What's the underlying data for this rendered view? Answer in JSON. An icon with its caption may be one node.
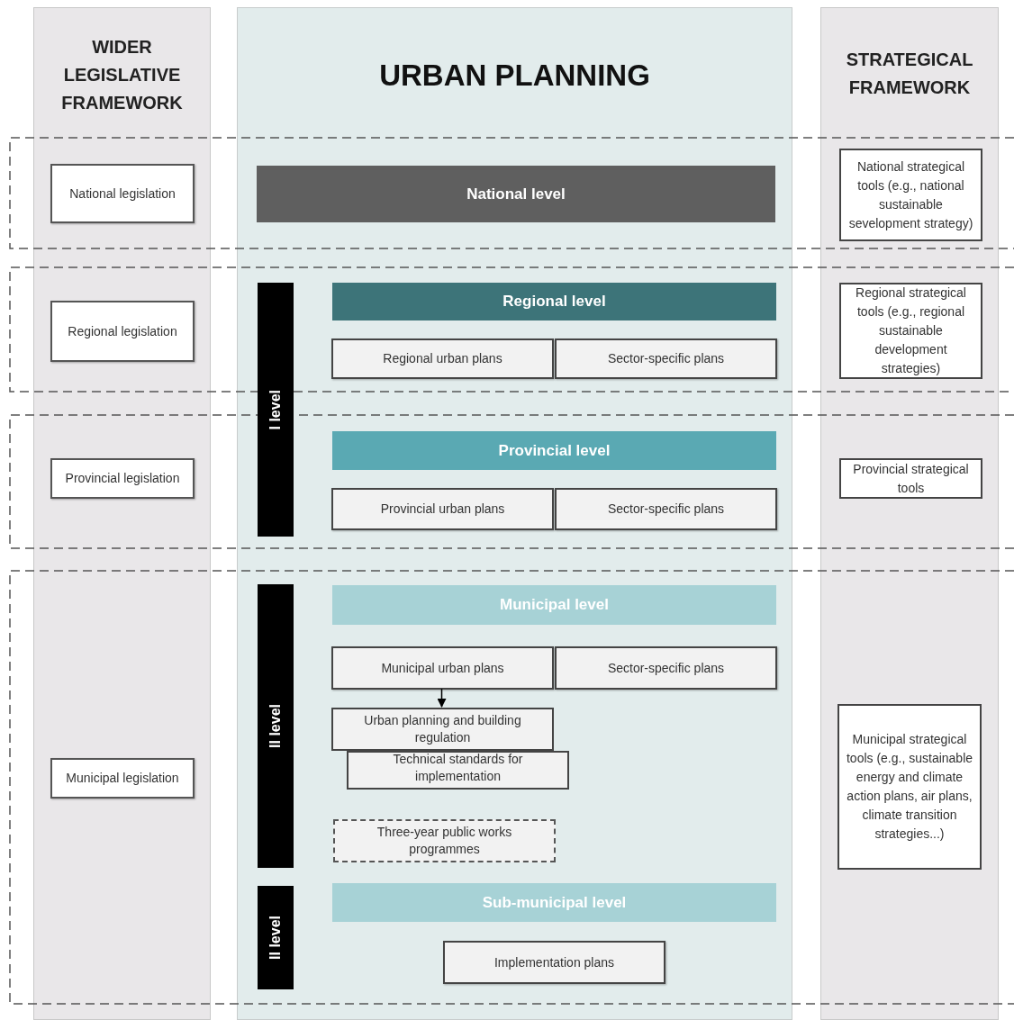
{
  "diagram": {
    "nodes": [
      {
        "text": [
          "WIDER LEGISLATIVE FRAMEWORK"
        ]
      },
      {
        "text": [
          "URBAN PLANNING"
        ]
      },
      {
        "text": [
          "STRATEGICAL FRAMEWORK"
        ]
      },
      {
        "text": [
          "National legislation"
        ],
        "in": 0
      },
      {
        "text": [
          "National level"
        ],
        "in": 1
      },
      {
        "text": [
          "National strategical tools (e.g., national sustainable sevelopment strategy)"
        ],
        "in": 2
      },
      {
        "text": [
          "Regional legislation"
        ],
        "in": 0
      },
      {
        "text": [
          "I level"
        ],
        "in": 1
      },
      {
        "text": [
          "Regional level"
        ],
        "in": 1
      },
      {
        "text": [
          "Regional urban plans"
        ],
        "in": 1
      },
      {
        "text": [
          "Sector-specific plans"
        ],
        "in": 1
      },
      {
        "text": [
          "Regional strategical tools (e.g., regional sustainable development strategies)"
        ],
        "in": 2
      },
      {
        "text": [
          "Provincial legislation"
        ],
        "in": 0
      },
      {
        "text": [
          "Provincial level"
        ],
        "in": 1
      },
      {
        "text": [
          "Provincial urban plans"
        ],
        "in": 1
      },
      {
        "text": [
          "Sector-specific plans"
        ],
        "in": 1
      },
      {
        "text": [
          "Provincial strategical tools"
        ],
        "in": 2
      },
      {
        "text": [
          "Municipal legislation"
        ],
        "in": 0
      },
      {
        "text": [
          "II level"
        ],
        "in": 1
      },
      {
        "text": [
          "Municipal level"
        ],
        "in": 1
      },
      {
        "text": [
          "Municipal urban plans"
        ],
        "in": 1
      },
      {
        "text": [
          "Sector-specific plans"
        ],
        "in": 1
      },
      {
        "text": [
          "Urban planning and building regulation"
        ],
        "in": 1
      },
      {
        "text": [
          "Technical standards for implementation"
        ],
        "in": 1
      },
      {
        "text": [
          "Three-year public works programmes"
        ],
        "in": 1
      },
      {
        "text": [
          "Municipal strategical tools (e.g., sustainable energy and climate action plans, air plans, climate transition strategies...)"
        ],
        "in": 2
      },
      {
        "text": [
          "II level"
        ],
        "in": 1
      },
      {
        "text": [
          "Sub-municipal level"
        ],
        "in": 1
      },
      {
        "text": [
          "Implementation plans"
        ],
        "in": 1
      }
    ],
    "edges": [
      {
        "from": 20,
        "to": 22,
        "arrow": "to"
      }
    ]
  }
}
